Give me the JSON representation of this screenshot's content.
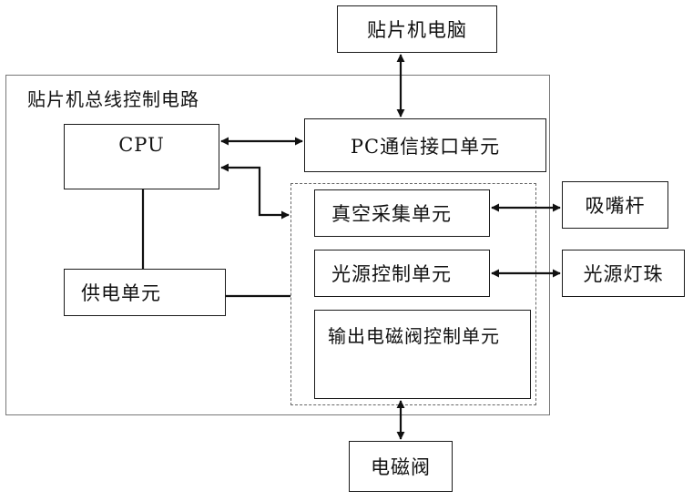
{
  "diagram": {
    "outer_title": "贴片机总线控制电路",
    "blocks": {
      "smt_pc": "贴片机电脑",
      "cpu": "CPU",
      "pc_comm": "PC通信接口单元",
      "vacuum": "真空采集单元",
      "light_ctrl": "光源控制单元",
      "valve_ctrl": "输出电磁阀控制单元",
      "power": "供电单元",
      "nozzle": "吸嘴杆",
      "lamp_bead": "光源灯珠",
      "solenoid": "电磁阀"
    }
  }
}
